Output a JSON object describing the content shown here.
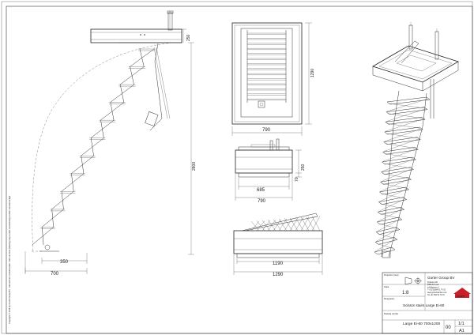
{
  "dimensions": {
    "side_view": {
      "height_total": "2800",
      "frame_height": "250",
      "base_inner": "350",
      "base_outer": "700"
    },
    "top_view": {
      "width": "790",
      "length": "1290"
    },
    "front_view": {
      "inner_width": "685",
      "outer_width": "790",
      "height_a": "250",
      "height_b": "70"
    },
    "long_view": {
      "inner_length": "1190",
      "outer_length": "1290"
    }
  },
  "side_note": "Copyright © 2019 by Gorter Group BV - Alle rechten voorbehouden. Niets uit deze tekening mag zonder toestemming worden verveelvoudigd.",
  "title_block": {
    "projection_label": "Projection (view)",
    "company": "Gorter Group BV",
    "company_lines": [
      "Postbus 100",
      "9350 AC Leek",
      "info@gorter.nl",
      "T +31 (0)594 51 74 33",
      "www.gorterhatches.com",
      "Tel +31 594 51 74 33"
    ],
    "logo": "Gorter",
    "scale_label": "Scale",
    "scale": "1:8",
    "designation_label": "Designation",
    "designation": "Scissor stairs Large Ei-60",
    "drawing_number_label": "Drawing number",
    "drawing_number": "Large Ei-60 700x1200",
    "revision": "00",
    "sheet": "1/1",
    "format": "A1"
  },
  "colors": {
    "line": "#333333",
    "logo_red": "#c8202a"
  }
}
